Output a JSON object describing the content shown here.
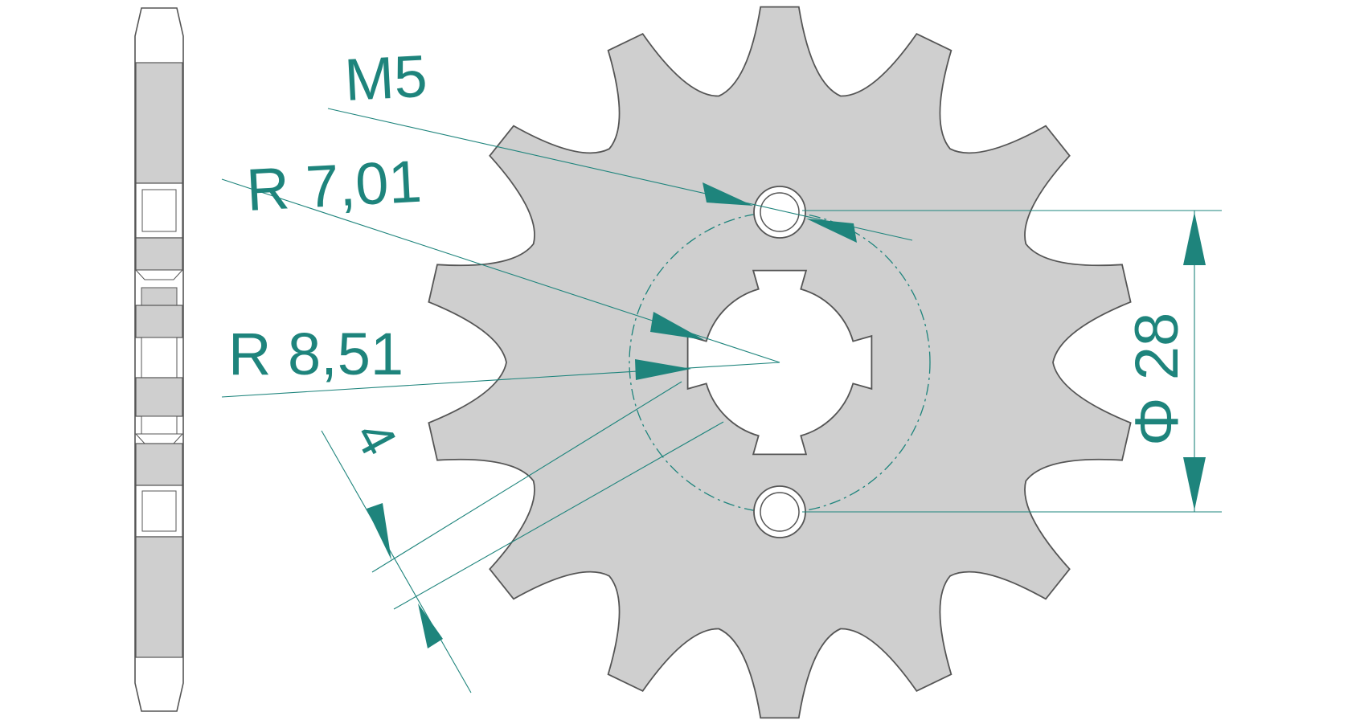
{
  "drawing": {
    "labels": {
      "thread": "M5",
      "radius_outer": "R 7,01",
      "radius_inner": "R 8,51",
      "offset": "4",
      "bolt_circle_diameter": "Φ 28"
    },
    "colors": {
      "part_fill": "#cfcfcf",
      "outline": "#555555",
      "dimension": "#1e847c",
      "background": "#ffffff"
    },
    "sprocket_teeth": 14
  }
}
